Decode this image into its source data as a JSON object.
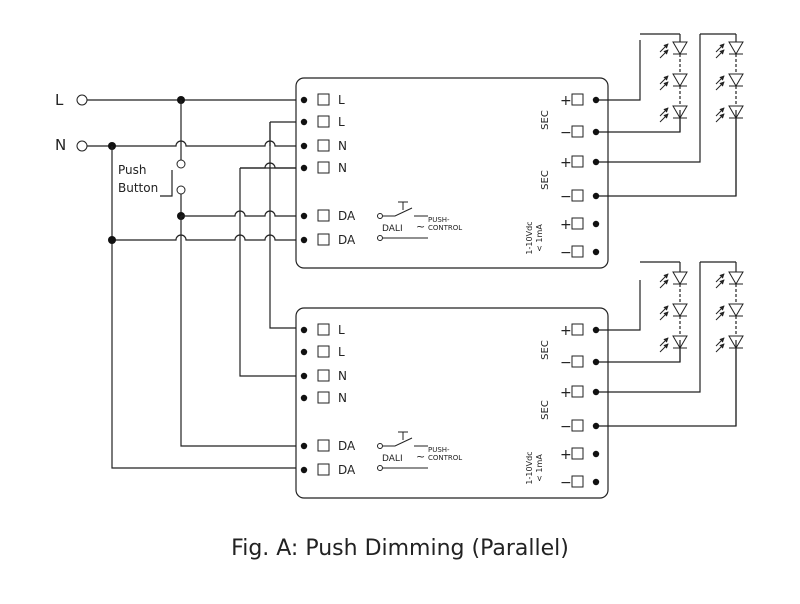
{
  "inputs": {
    "line": "L",
    "neutral": "N"
  },
  "push_button": {
    "line1": "Push",
    "line2": "Button"
  },
  "driver_terminals": [
    "L",
    "L",
    "N",
    "N",
    "DA",
    "DA"
  ],
  "output_labels": {
    "sec": "SEC",
    "plus": "+",
    "minus": "−",
    "v1": "1-10Vdc",
    "v2": "< 1mA"
  },
  "dali": {
    "label": "DALI",
    "push1": "PUSH-",
    "push2": "CONTROL",
    "tilde": "~"
  },
  "caption": "Fig. A: Push Dimming (Parallel)"
}
